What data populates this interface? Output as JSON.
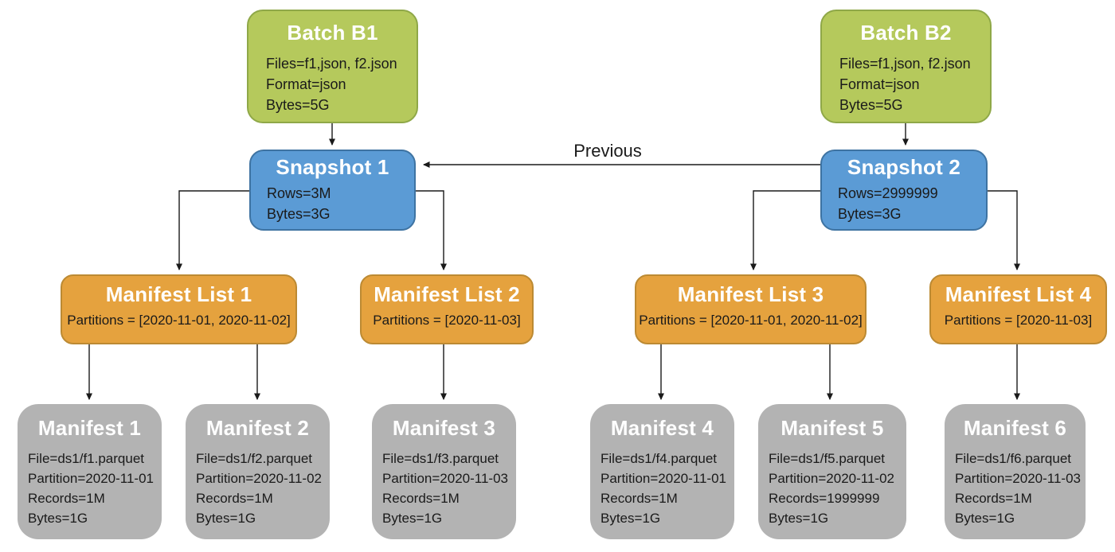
{
  "diagram": {
    "nodes": {
      "batch1": {
        "title": "Batch B1",
        "lines": [
          "Files=f1,json, f2.json",
          "Format=json",
          "Bytes=5G"
        ]
      },
      "batch2": {
        "title": "Batch B2",
        "lines": [
          "Files=f1,json, f2.json",
          "Format=json",
          "Bytes=5G"
        ]
      },
      "snapshot1": {
        "title": "Snapshot 1",
        "lines": [
          "Rows=3M",
          "Bytes=3G"
        ]
      },
      "snapshot2": {
        "title": "Snapshot 2",
        "lines": [
          "Rows=2999999",
          "Bytes=3G"
        ]
      },
      "mlist1": {
        "title": "Manifest List 1",
        "lines": [
          "Partitions = [2020-11-01, 2020-11-02]"
        ]
      },
      "mlist2": {
        "title": "Manifest List 2",
        "lines": [
          "Partitions = [2020-11-03]"
        ]
      },
      "mlist3": {
        "title": "Manifest List 3",
        "lines": [
          "Partitions = [2020-11-01, 2020-11-02]"
        ]
      },
      "mlist4": {
        "title": "Manifest List 4",
        "lines": [
          "Partitions = [2020-11-03]"
        ]
      },
      "manifest1": {
        "title": "Manifest 1",
        "lines": [
          "File=ds1/f1.parquet",
          "Partition=2020-11-01",
          "Records=1M",
          "Bytes=1G"
        ]
      },
      "manifest2": {
        "title": "Manifest 2",
        "lines": [
          "File=ds1/f2.parquet",
          "Partition=2020-11-02",
          "Records=1M",
          "Bytes=1G"
        ]
      },
      "manifest3": {
        "title": "Manifest 3",
        "lines": [
          "File=ds1/f3.parquet",
          "Partition=2020-11-03",
          "Records=1M",
          "Bytes=1G"
        ]
      },
      "manifest4": {
        "title": "Manifest 4",
        "lines": [
          "File=ds1/f4.parquet",
          "Partition=2020-11-01",
          "Records=1M",
          "Bytes=1G"
        ]
      },
      "manifest5": {
        "title": "Manifest 5",
        "lines": [
          "File=ds1/f5.parquet",
          "Partition=2020-11-02",
          "Records=1999999",
          "Bytes=1G"
        ]
      },
      "manifest6": {
        "title": "Manifest 6",
        "lines": [
          "File=ds1/f6.parquet",
          "Partition=2020-11-03",
          "Records=1M",
          "Bytes=1G"
        ]
      }
    },
    "edge_labels": {
      "previous": "Previous"
    },
    "colors": {
      "batch_fill": "#b5c95c",
      "batch_border": "#8fa848",
      "snapshot_fill": "#5b9bd5",
      "snapshot_border": "#3e73a2",
      "manifest_list_fill": "#e5a23e",
      "manifest_list_border": "#bc8a33",
      "manifest_fill": "#b3b3b3",
      "connector": "#1a1a1a",
      "title_text": "#ffffff",
      "body_text": "#1a1a1a"
    }
  }
}
